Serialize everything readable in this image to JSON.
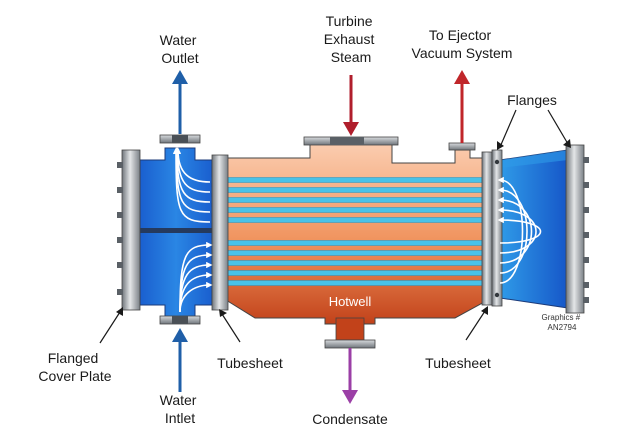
{
  "labels": {
    "water_outlet": [
      "Water",
      "Outlet"
    ],
    "water_inlet": [
      "Water",
      "Intlet"
    ],
    "turbine_exhaust": [
      "Turbine",
      "Exhaust",
      "Steam"
    ],
    "ejector": [
      "To Ejector",
      "Vacuum System"
    ],
    "flanges": "Flanges",
    "flanged_cover": [
      "Flanged",
      "Cover Plate"
    ],
    "tubesheet_left": "Tubesheet",
    "tubesheet_right": "Tubesheet",
    "hotwell": "Hotwell",
    "condensate": "Condensate",
    "graphics_id": [
      "Graphics #",
      "AN2794"
    ]
  },
  "colors": {
    "water_blue": "#1f6fd6",
    "tube_blue": "#49c2e8",
    "steam_top": "#f9c2a4",
    "steam_bottom": "#c1401a",
    "steel": "#9ea3a8",
    "outlet_arrow": "#1f5fa8",
    "inlet_arrow": "#1f5fa8",
    "steam_arrow": "#b01e2c",
    "ejector_arrow": "#c0262a",
    "condensate_arrow": "#9b3fa6"
  }
}
